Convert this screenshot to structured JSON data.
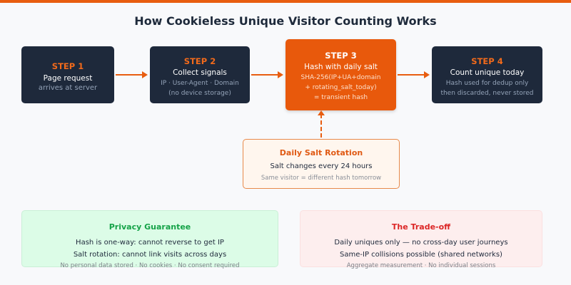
{
  "title": "How Cookieless Unique Visitor Counting Works",
  "steps": [
    {
      "label": "STEP 1",
      "main": "Page request",
      "sub": [
        "arrives at server"
      ]
    },
    {
      "label": "STEP 2",
      "main": "Collect signals",
      "sub": [
        "IP · User-Agent · Domain",
        "(no device storage)"
      ]
    },
    {
      "label": "STEP 3",
      "main": "Hash with daily salt",
      "sub": [
        "SHA-256(IP+UA+domain",
        "+ rotating_salt_today)",
        "= transient hash"
      ]
    },
    {
      "label": "STEP 4",
      "main": "Count unique today",
      "sub": [
        "Hash used for dedup only",
        "then discarded, never stored"
      ]
    }
  ],
  "salt": {
    "heading": "Daily Salt Rotation",
    "main": "Salt changes every 24 hours",
    "sub": "Same visitor = different hash tomorrow"
  },
  "privacy": {
    "heading": "Privacy Guarantee",
    "lines": [
      "Hash is one-way: cannot reverse to get IP",
      "Salt rotation: cannot link visits across days"
    ],
    "sub": "No personal data stored · No cookies · No consent required"
  },
  "tradeoff": {
    "heading": "The Trade-off",
    "lines": [
      "Daily uniques only — no cross-day user journeys",
      "Same-IP collisions possible (shared networks)"
    ],
    "sub": "Aggregate measurement · No individual sessions"
  },
  "colors": {
    "accent": "#e85d10",
    "step_box": "#1e293b",
    "highlight_box": "#e8590c",
    "privacy_green": "#15a348",
    "tradeoff_red": "#dc2626"
  }
}
